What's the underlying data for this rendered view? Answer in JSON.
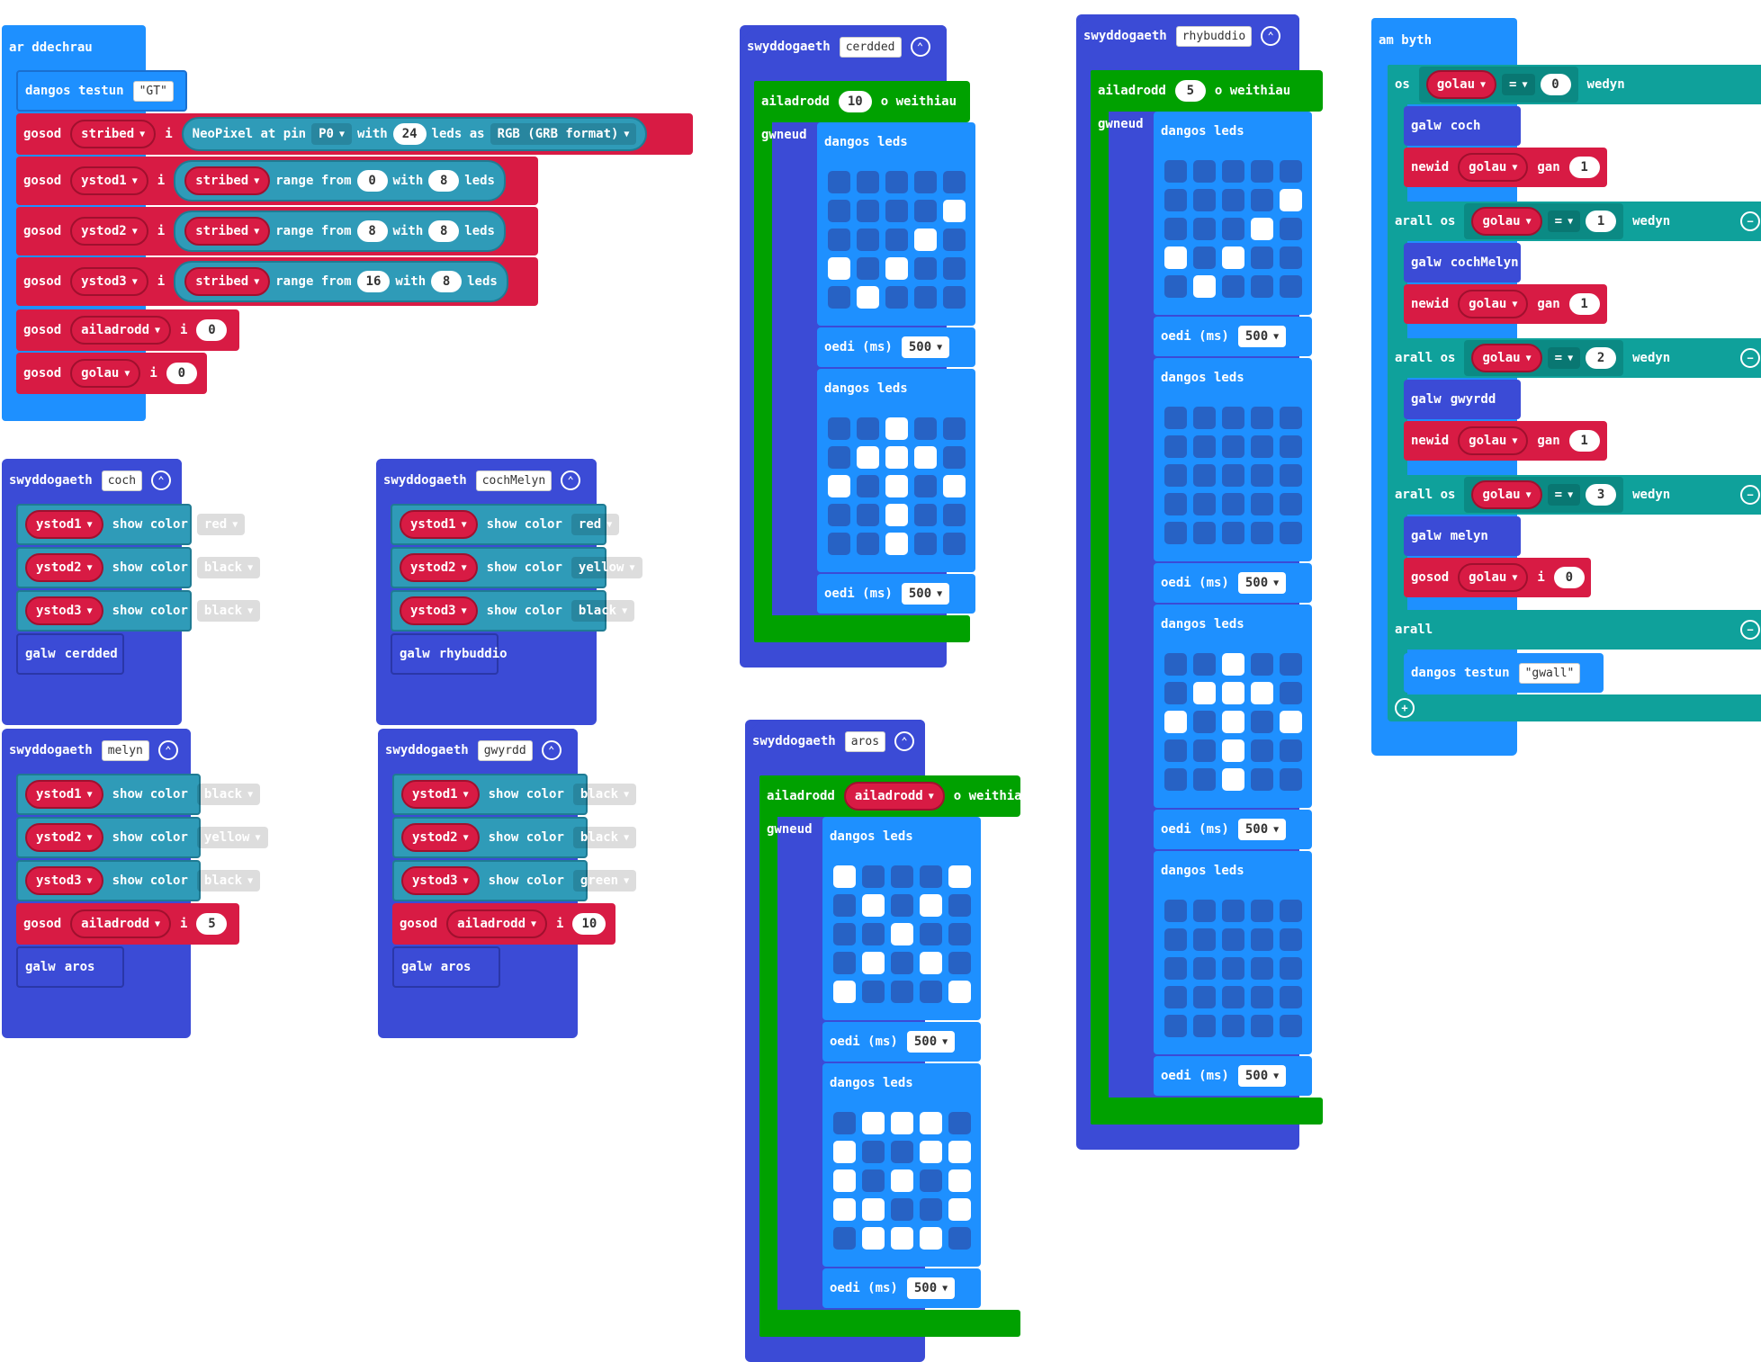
{
  "colors": {
    "event": "#1e90ff",
    "func": "#3b4bd6",
    "var": "#d81b44",
    "neo": "#2f9bb8",
    "loop": "#00a100",
    "basic": "#1e90ff",
    "logic": "#0fa19b"
  },
  "start": {
    "hat": "ar ddechrau",
    "show_text_label": "dangos testun",
    "show_text_value": "GT",
    "set_label": "gosod",
    "to_label": "i",
    "neopixel": {
      "var": "stribed",
      "text": "NeoPixel at pin",
      "pin": "P0",
      "with": "with",
      "count": "24",
      "leds_as": "leds as",
      "format": "RGB (GRB format)"
    },
    "ranges": [
      {
        "var": "ystod1",
        "strip": "stribed",
        "from_label": "range from",
        "from": "0",
        "with_label": "with",
        "count": "8",
        "leds_label": "leds"
      },
      {
        "var": "ystod2",
        "strip": "stribed",
        "from_label": "range from",
        "from": "8",
        "with_label": "with",
        "count": "8",
        "leds_label": "leds"
      },
      {
        "var": "ystod3",
        "strip": "stribed",
        "from_label": "range from",
        "from": "16",
        "with_label": "with",
        "count": "8",
        "leds_label": "leds"
      }
    ],
    "set_ailadrodd": {
      "var": "ailadrodd",
      "value": "0"
    },
    "set_golau": {
      "var": "golau",
      "value": "0"
    }
  },
  "functions": {
    "keyword": "swyddogaeth",
    "show_color": "show color",
    "call": "galw",
    "coch": {
      "name": "coch",
      "rows": [
        {
          "var": "ystod1",
          "color": "red"
        },
        {
          "var": "ystod2",
          "color": "black"
        },
        {
          "var": "ystod3",
          "color": "black"
        }
      ],
      "call": "cerdded"
    },
    "cochMelyn": {
      "name": "cochMelyn",
      "rows": [
        {
          "var": "ystod1",
          "color": "red"
        },
        {
          "var": "ystod2",
          "color": "yellow"
        },
        {
          "var": "ystod3",
          "color": "black"
        }
      ],
      "call": "rhybuddio"
    },
    "melyn": {
      "name": "melyn",
      "rows": [
        {
          "var": "ystod1",
          "color": "black"
        },
        {
          "var": "ystod2",
          "color": "yellow"
        },
        {
          "var": "ystod3",
          "color": "black"
        }
      ],
      "set_var": "ailadrodd",
      "set_value": "5",
      "call": "aros"
    },
    "gwyrdd": {
      "name": "gwyrdd",
      "rows": [
        {
          "var": "ystod1",
          "color": "black"
        },
        {
          "var": "ystod2",
          "color": "black"
        },
        {
          "var": "ystod3",
          "color": "green"
        }
      ],
      "set_var": "ailadrodd",
      "set_value": "10",
      "call": "aros"
    }
  },
  "loops": {
    "repeat": "ailadrodd",
    "times": "o weithiau",
    "do": "gwneud",
    "show_leds": "dangos leds",
    "pause": "oedi (ms)",
    "cerdded": {
      "name": "cerdded",
      "count": "10",
      "pause": "500",
      "frames": [
        [
          0,
          0,
          0,
          0,
          0,
          0,
          0,
          0,
          0,
          1,
          0,
          0,
          0,
          1,
          0,
          1,
          0,
          1,
          0,
          0,
          0,
          1,
          0,
          0,
          0
        ],
        [
          0,
          0,
          1,
          0,
          0,
          0,
          1,
          1,
          1,
          0,
          1,
          0,
          1,
          0,
          1,
          0,
          0,
          1,
          0,
          0,
          0,
          0,
          1,
          0,
          0
        ]
      ]
    },
    "aros": {
      "name": "aros",
      "count_var": "ailadrodd",
      "pause": "500",
      "frames": [
        [
          1,
          0,
          0,
          0,
          1,
          0,
          1,
          0,
          1,
          0,
          0,
          0,
          1,
          0,
          0,
          0,
          1,
          0,
          1,
          0,
          1,
          0,
          0,
          0,
          1
        ],
        [
          0,
          1,
          1,
          1,
          0,
          1,
          0,
          0,
          1,
          1,
          1,
          0,
          1,
          0,
          1,
          1,
          1,
          0,
          0,
          1,
          0,
          1,
          1,
          1,
          0
        ]
      ]
    },
    "rhybuddio": {
      "name": "rhybuddio",
      "count": "5",
      "pause": "500",
      "frames": [
        [
          0,
          0,
          0,
          0,
          0,
          0,
          0,
          0,
          0,
          1,
          0,
          0,
          0,
          1,
          0,
          1,
          0,
          1,
          0,
          0,
          0,
          1,
          0,
          0,
          0
        ],
        [
          0,
          0,
          0,
          0,
          0,
          0,
          0,
          0,
          0,
          0,
          0,
          0,
          0,
          0,
          0,
          0,
          0,
          0,
          0,
          0,
          0,
          0,
          0,
          0,
          0
        ],
        [
          0,
          0,
          1,
          0,
          0,
          0,
          1,
          1,
          1,
          0,
          1,
          0,
          1,
          0,
          1,
          0,
          0,
          1,
          0,
          0,
          0,
          0,
          1,
          0,
          0
        ],
        [
          0,
          0,
          0,
          0,
          0,
          0,
          0,
          0,
          0,
          0,
          0,
          0,
          0,
          0,
          0,
          0,
          0,
          0,
          0,
          0,
          0,
          0,
          0,
          0,
          0
        ]
      ]
    }
  },
  "forever": {
    "hat": "am byth",
    "if": "os",
    "then": "wedyn",
    "else_if": "arall os",
    "else": "arall",
    "eq": "=",
    "var": "golau",
    "change": "newid",
    "by": "gan",
    "set": "gosod",
    "to": "i",
    "call": "galw",
    "branches": [
      {
        "value": "0",
        "call": "coch",
        "change": "1"
      },
      {
        "value": "1",
        "call": "cochMelyn",
        "change": "1"
      },
      {
        "value": "2",
        "call": "gwyrdd",
        "change": "1"
      },
      {
        "value": "3",
        "call": "melyn",
        "set": "0"
      }
    ],
    "else_text_label": "dangos testun",
    "else_text": "gwall"
  }
}
